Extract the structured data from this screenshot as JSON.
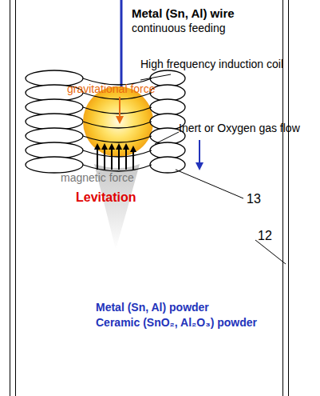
{
  "diagram": {
    "labels": [
      "Metal (Sn, Al) wire",
      "continuous feeding",
      "High frequency induction coil",
      "gravitational force",
      "Inert or Oxygen gas flow",
      "magnetic force",
      "Levitation",
      "13",
      "12",
      "Metal (Sn, Al) powder",
      "Ceramic (SnO₂, Al₂O₃) powder"
    ]
  }
}
